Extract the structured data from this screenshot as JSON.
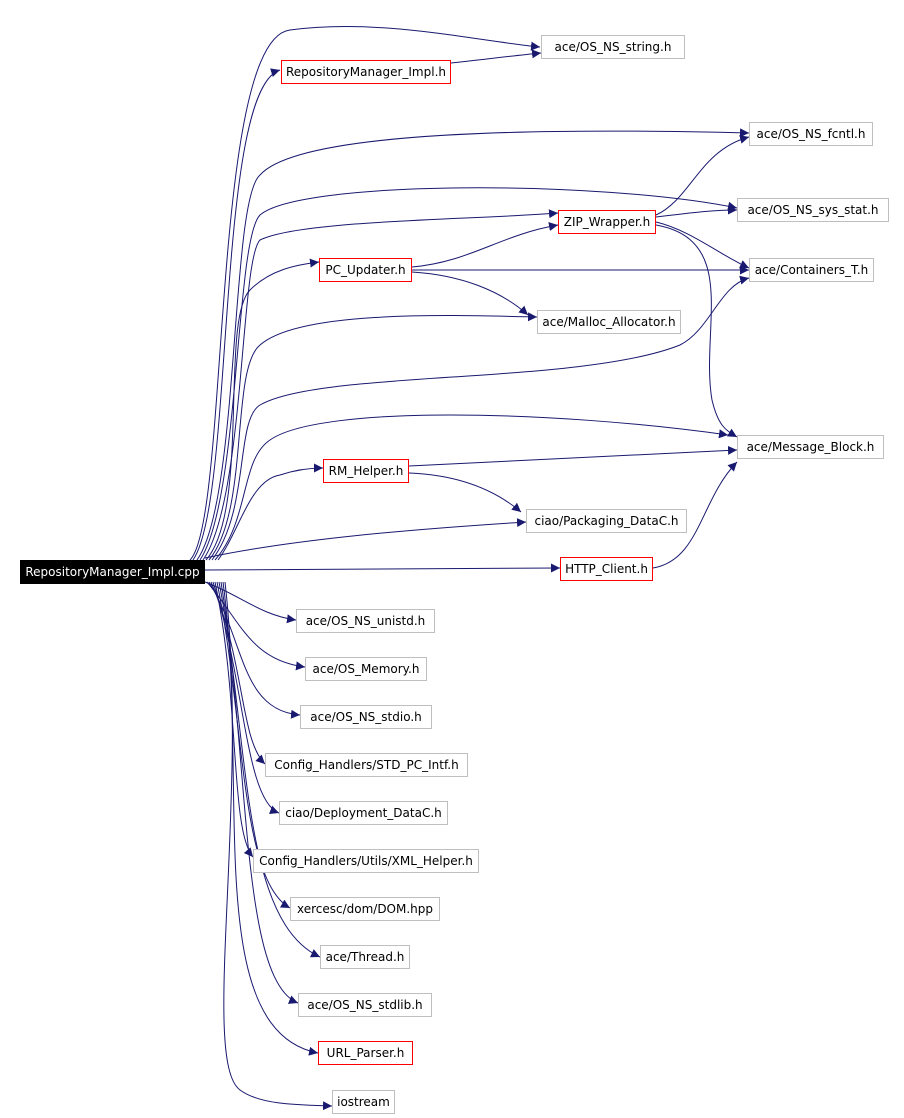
{
  "graph": {
    "root": "RepositoryManager_Impl.cpp",
    "nodes": {
      "os_ns_string": "ace/OS_NS_string.h",
      "rm_impl_h": "RepositoryManager_Impl.h",
      "os_ns_fcntl": "ace/OS_NS_fcntl.h",
      "zip_wrapper": "ZIP_Wrapper.h",
      "os_ns_sys_stat": "ace/OS_NS_sys_stat.h",
      "pc_updater": "PC_Updater.h",
      "containers_t": "ace/Containers_T.h",
      "malloc_allocator": "ace/Malloc_Allocator.h",
      "message_block": "ace/Message_Block.h",
      "rm_helper": "RM_Helper.h",
      "packaging_datac": "ciao/Packaging_DataC.h",
      "http_client": "HTTP_Client.h",
      "os_ns_unistd": "ace/OS_NS_unistd.h",
      "os_memory": "ace/OS_Memory.h",
      "os_ns_stdio": "ace/OS_NS_stdio.h",
      "std_pc_intf": "Config_Handlers/STD_PC_Intf.h",
      "deployment_datac": "ciao/Deployment_DataC.h",
      "xml_helper": "Config_Handlers/Utils/XML_Helper.h",
      "xerces_dom": "xercesc/dom/DOM.hpp",
      "thread": "ace/Thread.h",
      "os_ns_stdlib": "ace/OS_NS_stdlib.h",
      "url_parser": "URL_Parser.h",
      "iostream": "iostream"
    }
  }
}
